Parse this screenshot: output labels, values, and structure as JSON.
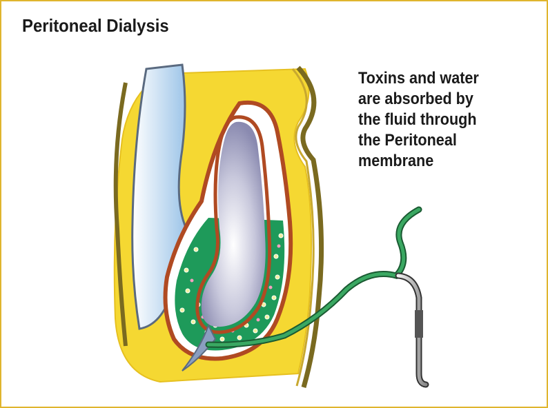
{
  "title": "Peritoneal Dialysis",
  "caption_lines": [
    "Toxins and water",
    "are absorbed by",
    "the fluid through",
    "the Peritoneal",
    "membrane"
  ],
  "colors": {
    "border": "#e0b52e",
    "tissue": "#f5d832",
    "dialysate": "#1e9a5a",
    "membrane": "#c0522a",
    "organ": "#a8a8c8",
    "catheter": "#2a7f4a"
  }
}
